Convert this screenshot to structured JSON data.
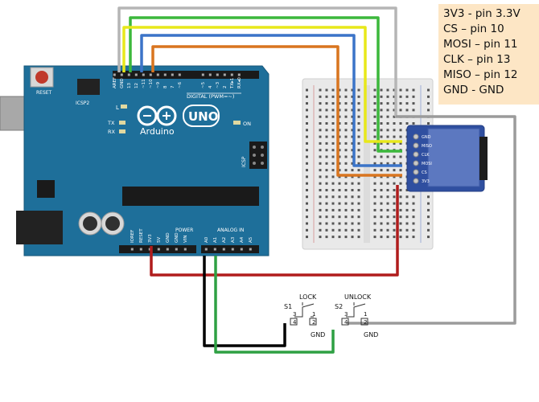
{
  "legend": [
    "3V3 - pin 3.3V",
    "CS – pin 10",
    "MOSI – pin 11",
    "CLK – pin 13",
    "MISO – pin 12",
    "GND - GND"
  ],
  "arduino": {
    "brand": "Arduino",
    "model": "UNO",
    "reset": "RESET",
    "icsp2": "ICSP2",
    "icsp": "ICSP",
    "on": "ON",
    "led_l": "L",
    "tx": "TX",
    "rx": "RX",
    "digital": "DIGITAL (PWM=~)",
    "power": "POWER",
    "analog_in": "ANALOG IN",
    "top_pins": [
      "AREF",
      "GND",
      "13",
      "12",
      "~11",
      "~10",
      "~9",
      "8",
      "7",
      "~6",
      "~5",
      "4",
      "~3",
      "2",
      "TX▸1",
      "RX◂0"
    ],
    "power_pins": [
      "IOREF",
      "RESET",
      "3V3",
      "5V",
      "GND",
      "GND",
      "VIN"
    ],
    "analog_pins": [
      "A0",
      "A1",
      "A2",
      "A3",
      "A4",
      "A5"
    ]
  },
  "sd_module": {
    "pins": [
      "GND",
      "MISO",
      "CLK",
      "MOSI",
      "CS",
      "3V3"
    ]
  },
  "switches": {
    "s1": {
      "name": "S1",
      "label": "LOCK",
      "pins": [
        "1",
        "2",
        "3",
        "4"
      ],
      "gnd": "GND"
    },
    "s2": {
      "name": "S2",
      "label": "UNLOCK",
      "pins": [
        "1",
        "2",
        "3",
        "4"
      ],
      "gnd": "GND"
    }
  },
  "colors": {
    "board": "#1e6f9a",
    "wire_3v3": "#b5b5b5",
    "wire_cs": "#e8e81a",
    "wire_mosi": "#3b74c8",
    "wire_clk": "#3cb83c",
    "wire_miso": "#d9751f",
    "wire_power": "#b01c1c",
    "wire_gnd": "#000000",
    "wire_a1": "#2ea043",
    "wire_unlock": "#9b9b9b"
  }
}
